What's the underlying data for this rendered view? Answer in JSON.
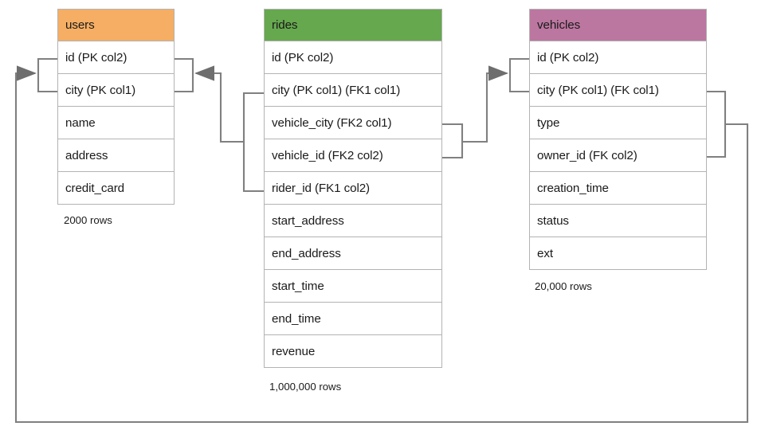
{
  "diagram": {
    "kind": "entity-relationship-diagram",
    "background": "#ffffff",
    "line_color": "#808080",
    "border_color": "#b3b3b3"
  },
  "entities": [
    {
      "name": "users",
      "header_color": "#f5ae63",
      "row_count_label": "2000 rows",
      "columns": [
        "id (PK col2)",
        "city (PK col1)",
        "name",
        "address",
        "credit_card"
      ]
    },
    {
      "name": "rides",
      "header_color": "#66a84e",
      "row_count_label": "1,000,000 rows",
      "columns": [
        "id (PK col2)",
        "city (PK col1) (FK1 col1)",
        "vehicle_city (FK2 col1)",
        "vehicle_id (FK2 col2)",
        "rider_id (FK1 col2)",
        "start_address",
        "end_address",
        "start_time",
        "end_time",
        "revenue"
      ]
    },
    {
      "name": "vehicles",
      "header_color": "#bc77a0",
      "row_count_label": "20,000 rows",
      "columns": [
        "id (PK col2)",
        "city (PK col1) (FK col1)",
        "type",
        "owner_id (FK col2)",
        "creation_time",
        "status",
        "ext"
      ]
    }
  ],
  "relationships": [
    {
      "name": "rides-rider-fk-to-users",
      "from_entity": "rides",
      "from_columns": [
        "city (PK col1) (FK1 col1)",
        "rider_id (FK1 col2)"
      ],
      "to_entity": "users",
      "to_columns": [
        "id (PK col2)",
        "city (PK col1)"
      ],
      "arrow": "to-users"
    },
    {
      "name": "rides-vehicle-fk-to-vehicles",
      "from_entity": "rides",
      "from_columns": [
        "vehicle_city (FK2 col1)",
        "vehicle_id (FK2 col2)"
      ],
      "to_entity": "vehicles",
      "to_columns": [
        "id (PK col2)",
        "city (PK col1) (FK col1)"
      ],
      "arrow": "to-vehicles"
    },
    {
      "name": "vehicles-owner-fk-to-users",
      "from_entity": "vehicles",
      "from_columns": [
        "city (PK col1) (FK col1)",
        "owner_id (FK col2)"
      ],
      "to_entity": "users",
      "to_columns": [
        "id (PK col2)",
        "city (PK col1)"
      ],
      "arrow": "to-users"
    }
  ]
}
